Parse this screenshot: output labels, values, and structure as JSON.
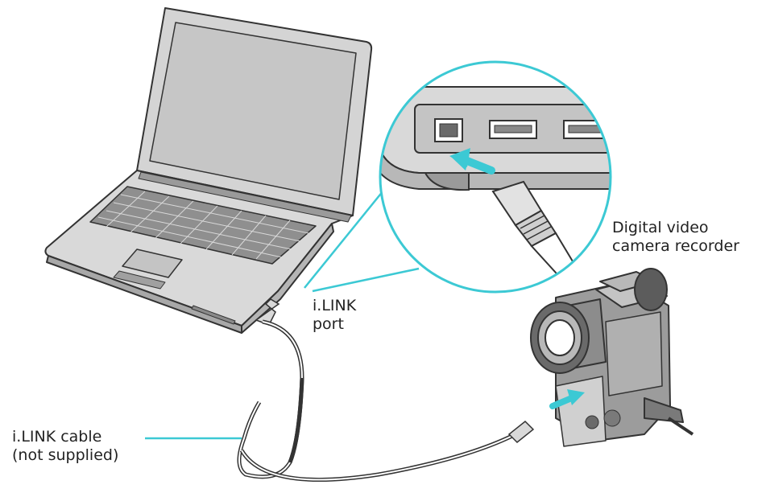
{
  "labels": {
    "camera_line1": "Digital video",
    "camera_line2": "camera recorder",
    "port_line1": "i.LINK",
    "port_line2": "port",
    "cable_line1": "i.LINK cable",
    "cable_line2": "(not supplied)"
  },
  "colors": {
    "callout": "#3cc9d4",
    "arrow": "#3cc9d4",
    "line": "#333333",
    "device_fill": "#d9d9d9",
    "device_dark": "#9a9a9a",
    "screen_fill": "#c8c8c8"
  },
  "icons": [
    "laptop-icon",
    "camcorder-icon",
    "ilink-port-icon",
    "ilink-plug-icon",
    "usb-port-icon"
  ]
}
